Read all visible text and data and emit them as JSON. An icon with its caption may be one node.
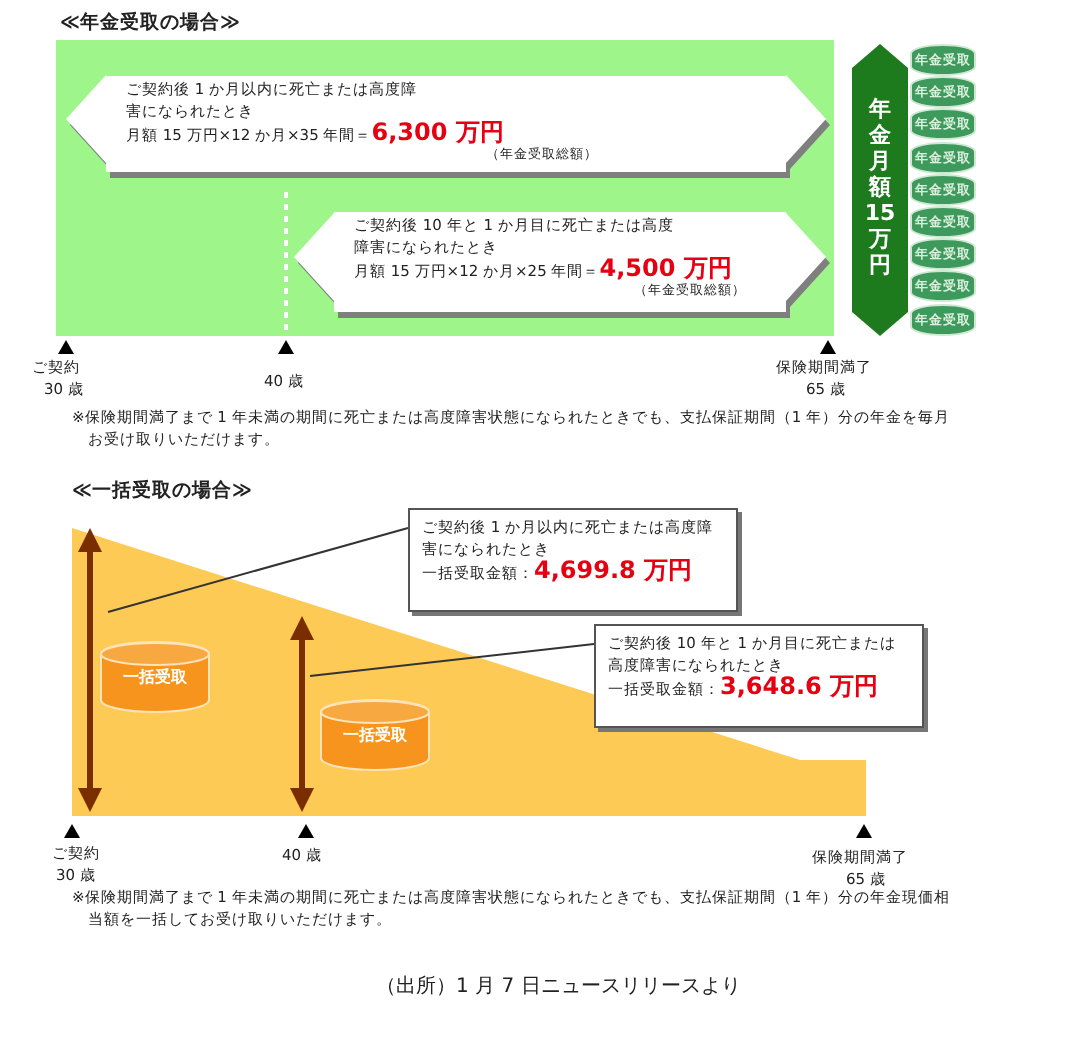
{
  "diagram": {
    "nodes": [
      {
        "text": [
          "ご契約後 1 か月以内に死亡または高度障害になられたとき",
          "月額 15 万円×12 か月×35 年間＝",
          "6,300 万円",
          "（年金受取総額）"
        ]
      },
      {
        "text": [
          "ご契約後 10 年と 1 か月目に死亡または高度障害になられたとき",
          "月額 15 万円×12 か月×25 年間＝",
          "4,500 万円",
          "（年金受取総額）"
        ]
      },
      {
        "text": [
          "年金月額15万円"
        ]
      },
      {
        "text": [
          "年金受取"
        ]
      },
      {
        "text": [
          "年金受取"
        ]
      },
      {
        "text": [
          "年金受取"
        ]
      },
      {
        "text": [
          "年金受取"
        ]
      },
      {
        "text": [
          "年金受取"
        ]
      },
      {
        "text": [
          "年金受取"
        ]
      },
      {
        "text": [
          "年金受取"
        ]
      },
      {
        "text": [
          "年金受取"
        ]
      },
      {
        "text": [
          "年金受取"
        ]
      },
      {
        "text": [
          "一括受取"
        ]
      },
      {
        "text": [
          "一括受取"
        ]
      },
      {
        "text": [
          "ご契約後 1 か月以内に死亡または高度障害になられたとき",
          "一括受取金額：",
          "4,699.8 万円"
        ]
      },
      {
        "text": [
          "ご契約後 10 年と 1 か月目に死亡または高度障害になられたとき",
          "一括受取金額：",
          "3,648.6 万円"
        ]
      }
    ],
    "edges": [
      {
        "from": 14,
        "to": null,
        "arrow": "none"
      },
      {
        "from": 15,
        "to": null,
        "arrow": "none"
      }
    ],
    "labels": [
      "≪年金受取の場合≫",
      "ご契約",
      "30 歳",
      "40 歳",
      "保険期間満了",
      "65 歳",
      "※保険期間満了まで 1 年未満の期間に死亡または高度障害状態になられたときでも、支払保証期間（1 年）分の年金を毎月お受け取りいただけます。",
      "≪一括受取の場合≫",
      "ご契約",
      "30 歳",
      "40 歳",
      "保険期間満了",
      "65 歳",
      "※保険期間満了まで 1 年未満の期間に死亡または高度障害状態になられたときでも、支払保証期間（1 年）分の年金現価相当額を一括してお受け取りいただけます。",
      "（出所）1 月 7 日ニュースリリースより"
    ]
  }
}
